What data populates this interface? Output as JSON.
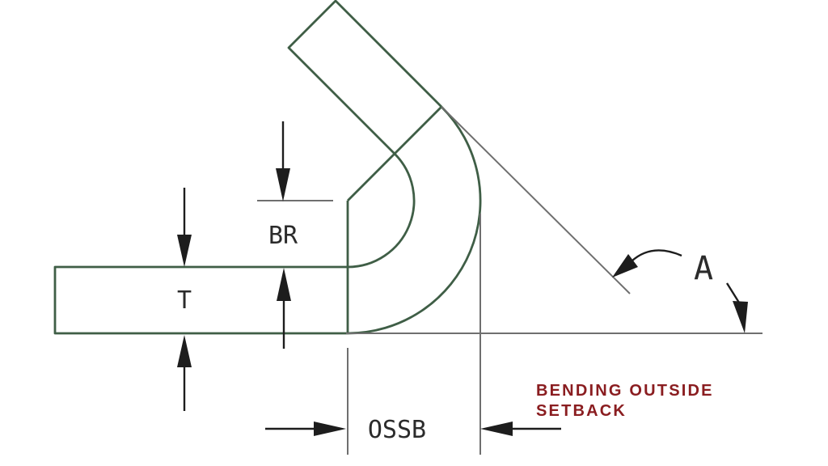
{
  "diagram": {
    "labels": {
      "bend_radius": "BR",
      "thickness": "T",
      "outside_setback": "OSSB",
      "bend_angle": "A"
    },
    "caption": {
      "line1": "BENDING OUTSIDE",
      "line2": "SETBACK"
    }
  },
  "colors": {
    "background": "#ffffff",
    "part_outline": "#3f5e46",
    "construction_line": "#6f6f6f",
    "dimension_ink": "#1d1d1d",
    "label_text": "#2b2b2b",
    "caption_text": "#8a1d20"
  }
}
